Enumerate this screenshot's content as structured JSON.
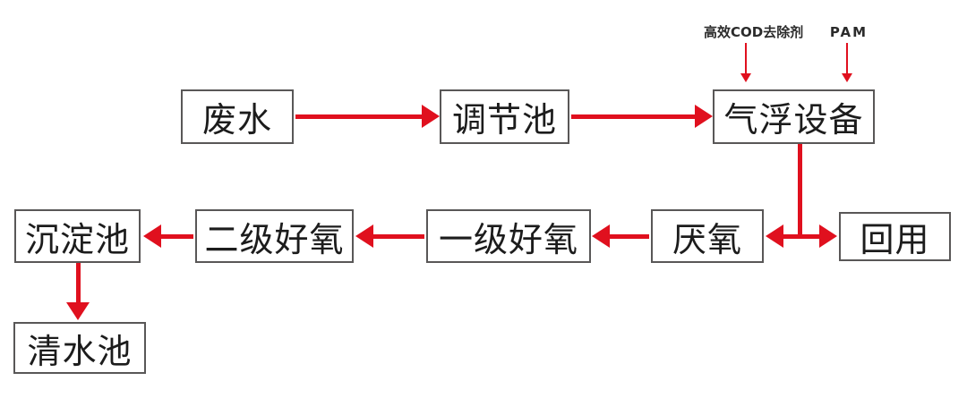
{
  "diagram": {
    "title": "wastewater-treatment-process-flow",
    "nodes": {
      "wastewater": {
        "label": "废水"
      },
      "regulating_tank": {
        "label": "调节池"
      },
      "air_flotation": {
        "label": "气浮设备"
      },
      "sedimentation_tank": {
        "label": "沉淀池"
      },
      "secondary_aerobic": {
        "label": "二级好氧"
      },
      "primary_aerobic": {
        "label": "一级好氧"
      },
      "anaerobic": {
        "label": "厌氧"
      },
      "reuse": {
        "label": "回用"
      },
      "clear_water_tank": {
        "label": "清水池"
      }
    },
    "annotations": {
      "cod_remover": {
        "label": "高效COD去除剂"
      },
      "pam": {
        "label": "PAM"
      }
    },
    "edges": [
      "废水 → 调节池",
      "调节池 → 气浮设备",
      "高效COD去除剂 → 气浮设备",
      "PAM → 气浮设备",
      "气浮设备 → (厌氧 ↔ 回用)",
      "厌氧 → 一级好氧",
      "一级好氧 → 二级好氧",
      "二级好氧 → 沉淀池",
      "沉淀池 → 清水池"
    ],
    "colors": {
      "arrow_red": "#e0101e",
      "box_border": "#595757",
      "text_color": "#1c1c1c",
      "label_color": "#2b2b2b",
      "bg": "#ffffff"
    }
  }
}
